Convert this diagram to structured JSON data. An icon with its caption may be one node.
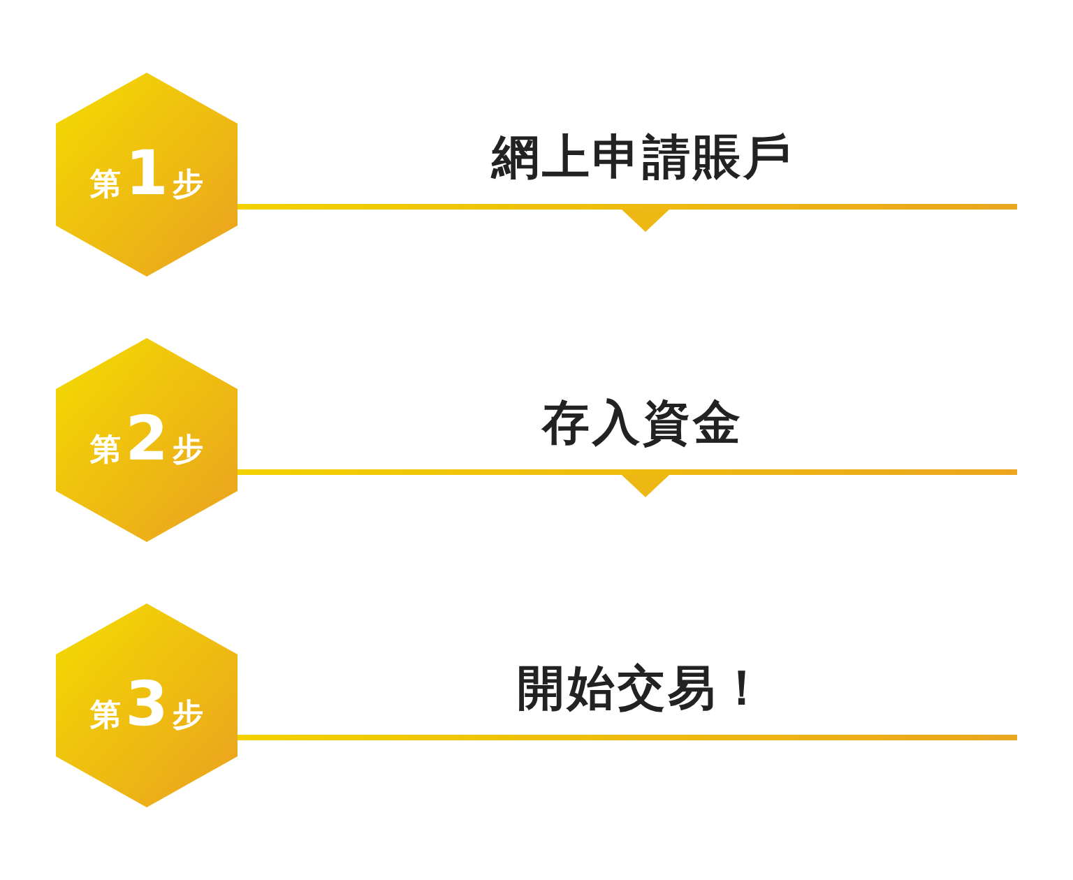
{
  "diagram": {
    "nodes": [
      {
        "text": [
          "第1步"
        ]
      },
      {
        "text": [
          "第2步"
        ]
      },
      {
        "text": [
          "第3步"
        ]
      }
    ],
    "labels": [
      "網上申請賬戶",
      "存入資金",
      "開始交易！"
    ]
  }
}
